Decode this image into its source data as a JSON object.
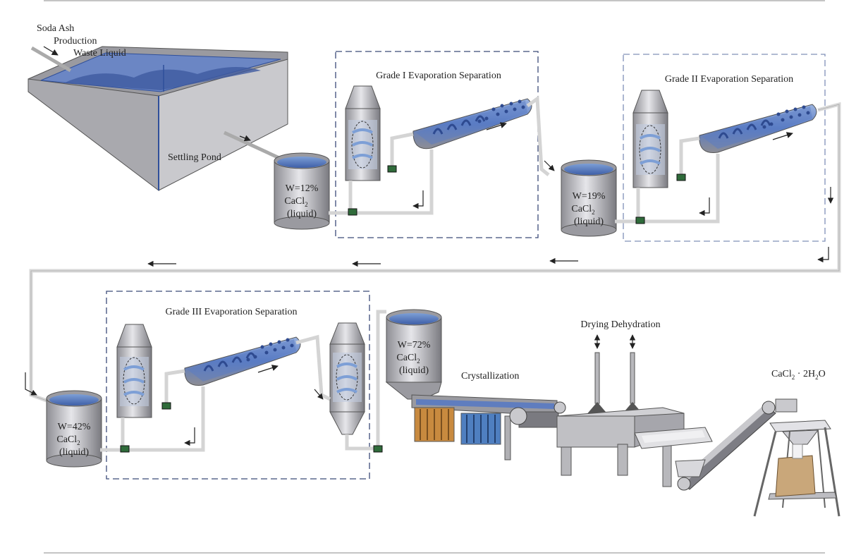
{
  "colors": {
    "liquid": "#4a6fb8",
    "liquid_light": "#7d9fd6",
    "metal": "#b8b8bc",
    "metal_dark": "#6e6e74",
    "frame": "#3b4a78",
    "pipe": "#d9d9d9",
    "valve": "#2f6b3a"
  },
  "inputs": {
    "soda_ash_line1": "Soda Ash",
    "soda_ash_line2": "Production",
    "soda_ash_line3": "Waste Liquid",
    "settling_pond": "Settling Pond"
  },
  "stage1": {
    "title": "Grade I Evaporation Separation",
    "tank_conc": "W=12%",
    "tank_chem_main": "CaCl",
    "tank_chem_sub": "2",
    "tank_state": "(liquid)"
  },
  "stage2": {
    "title": "Grade II Evaporation Separation",
    "tank_conc": "W=19%",
    "tank_chem_main": "CaCl",
    "tank_chem_sub": "2",
    "tank_state": "(liquid)"
  },
  "stage3": {
    "title": "Grade III Evaporation Separation",
    "tank_conc": "W=42%",
    "tank_chem_main": "CaCl",
    "tank_chem_sub": "2",
    "tank_state": "(liquid)"
  },
  "final_tank": {
    "tank_conc": "W=72%",
    "tank_chem_main": "CaCl",
    "tank_chem_sub": "2",
    "tank_state": "(liquid)"
  },
  "steps": {
    "crystallization": "Crystallization",
    "drying": "Drying Dehydration"
  },
  "product": {
    "p1": "CaCl",
    "p1_sub": "2",
    "p2": " · 2H",
    "p2_sub": "2",
    "p3": "O"
  }
}
